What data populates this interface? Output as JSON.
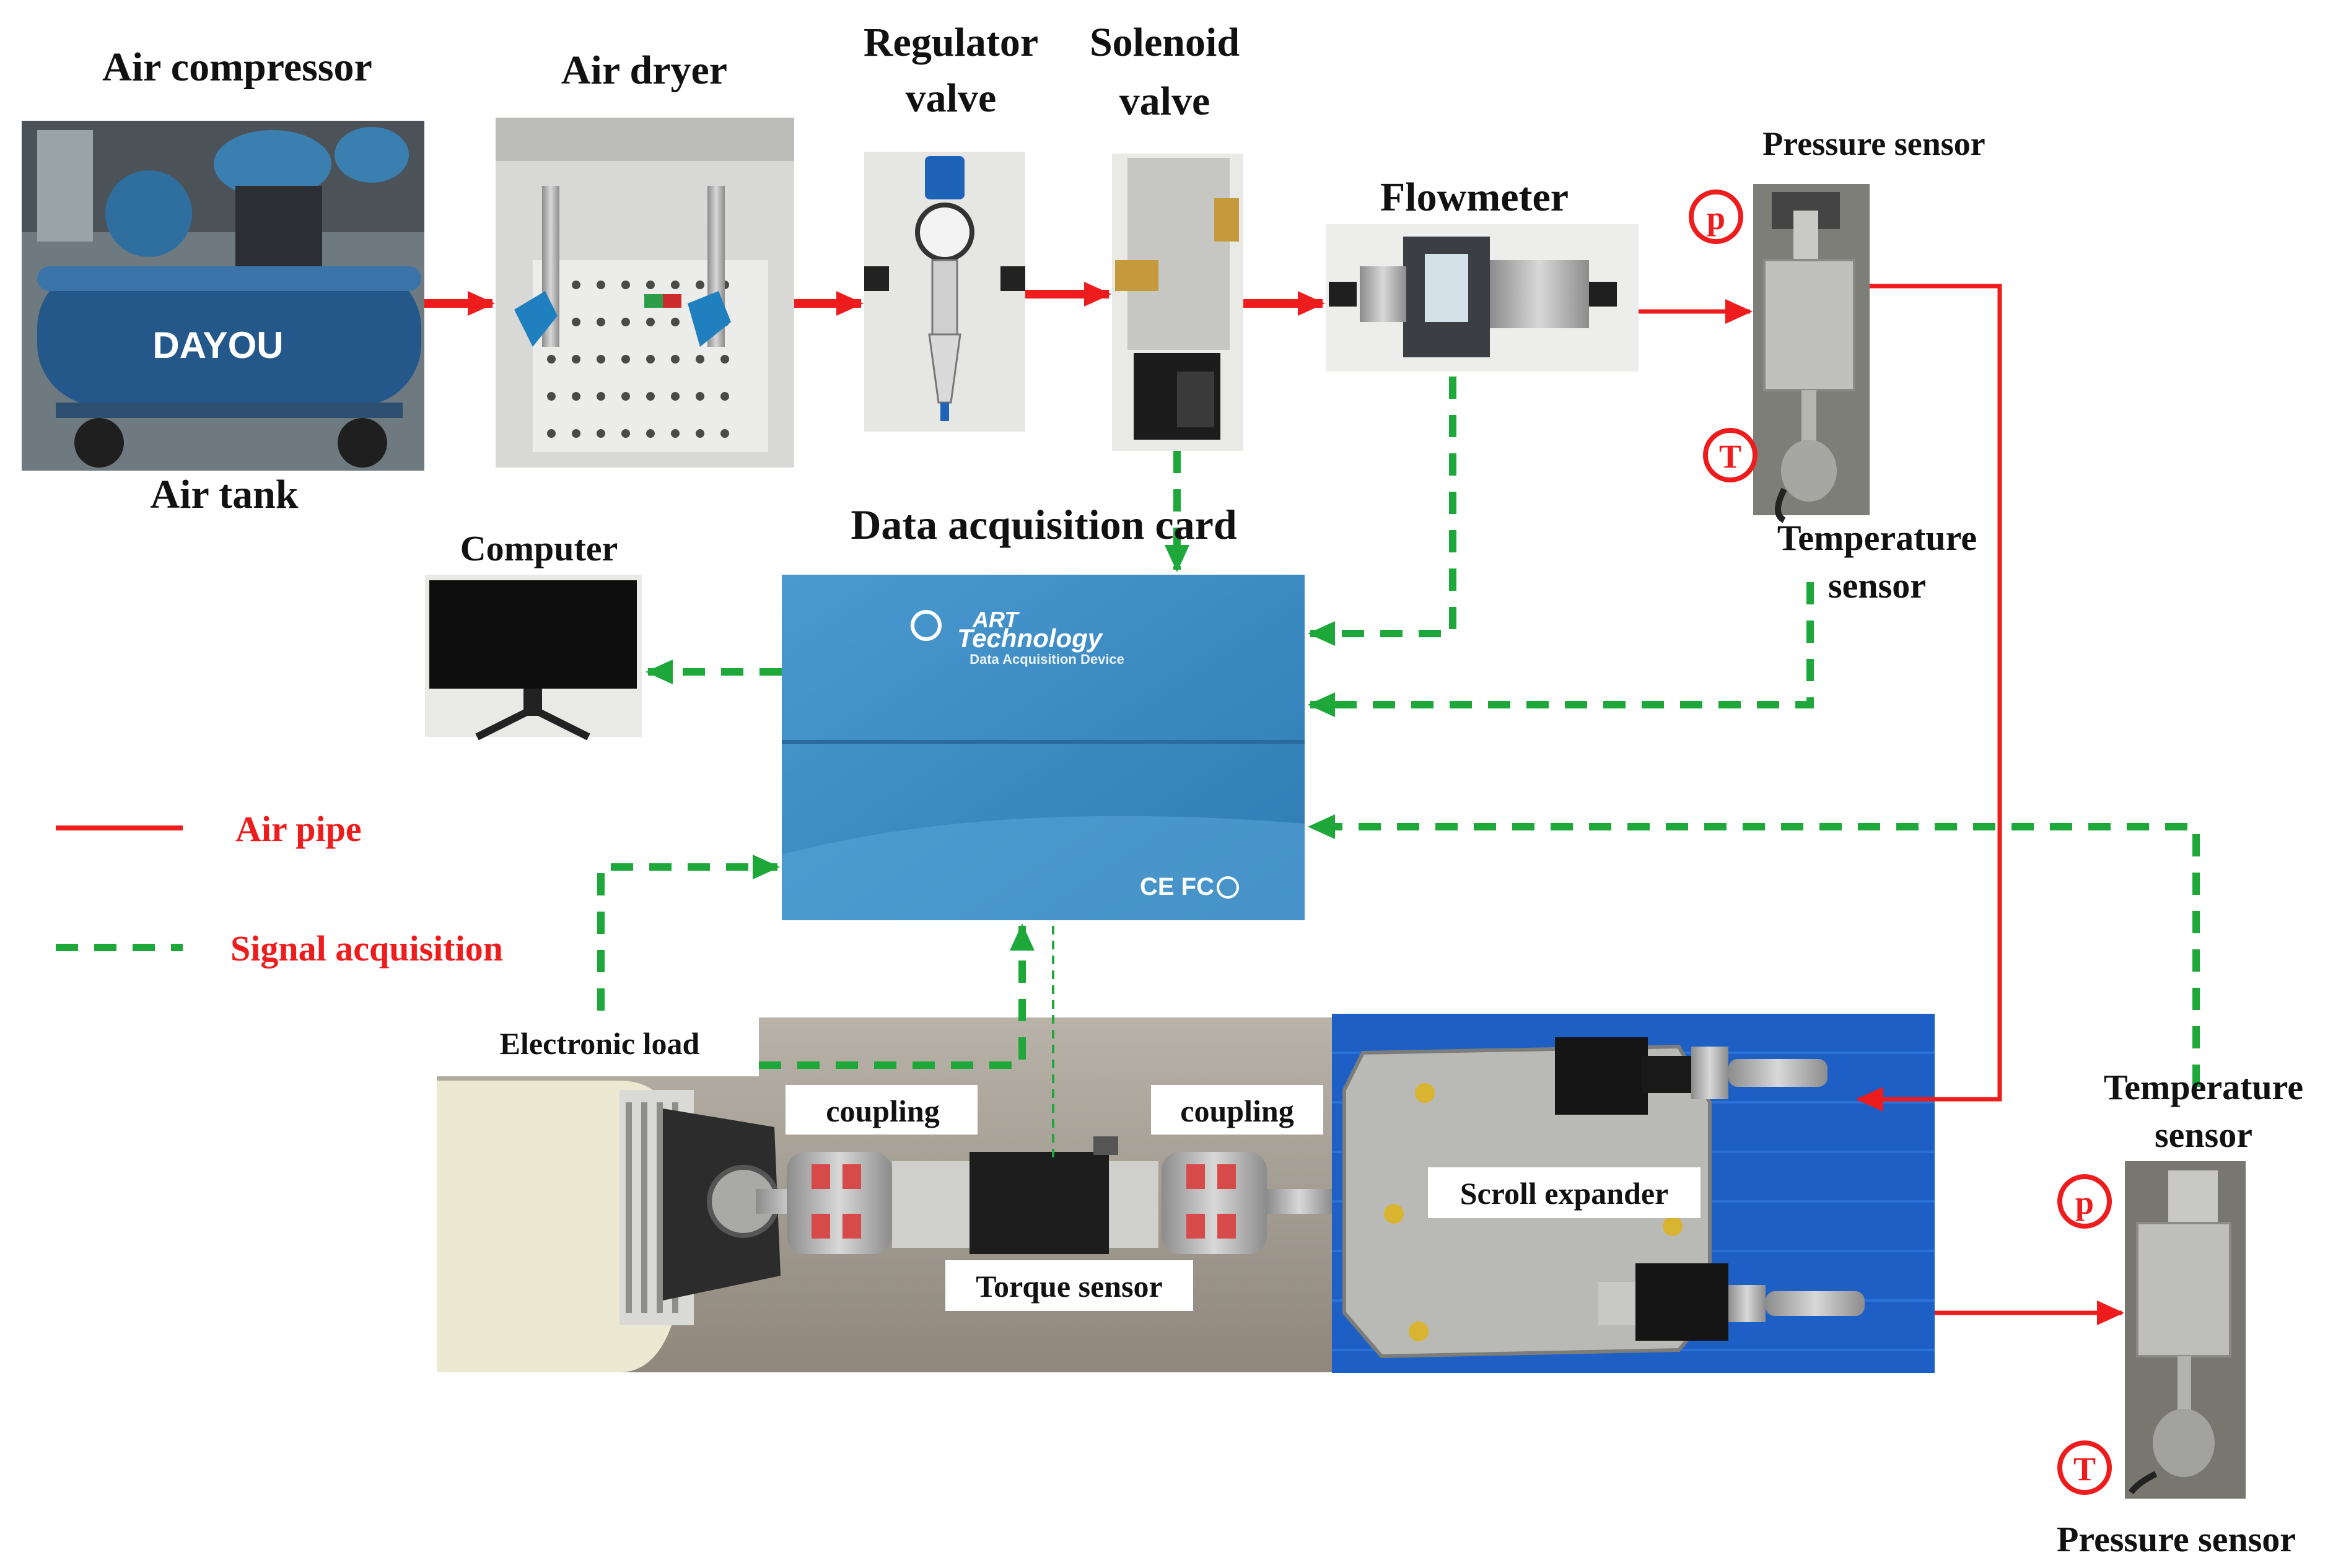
{
  "components": {
    "air_compressor": "Air compressor",
    "air_tank": "Air tank",
    "air_dryer": "Air dryer",
    "regulator_line1": "Regulator",
    "regulator_line2": "valve",
    "solenoid_line1": "Solenoid",
    "solenoid_line2": "valve",
    "flowmeter": "Flowmeter",
    "pressure_sensor_top": "Pressure sensor",
    "temperature_sensor_top_line1": "Temperature",
    "temperature_sensor_top_line2": "sensor",
    "data_acquisition_card": "Data acquisition card",
    "computer": "Computer",
    "electronic_load": "Electronic load",
    "coupling_left": "coupling",
    "coupling_right": "coupling",
    "torque_sensor": "Torque sensor",
    "scroll_expander": "Scroll expander",
    "temperature_sensor_bottom_line1": "Temperature",
    "temperature_sensor_bottom_line2": "sensor",
    "pressure_sensor_bottom": "Pressure sensor"
  },
  "sensor_marks": {
    "p_top": "p",
    "t_top": "T",
    "p_bottom": "p",
    "t_bottom": "T"
  },
  "device_text": {
    "compressor_brand": "DAYOU",
    "daq_brand_line1": "ART",
    "daq_brand_line2": "Technology",
    "daq_subtitle": "Data Acquisition Device",
    "daq_marks": "CE FC"
  },
  "legend": {
    "air_pipe": "Air pipe",
    "signal_acquisition": "Signal acquisition"
  },
  "colors": {
    "air_pipe": "#ee1c1c",
    "signal": "#1fa83a",
    "daq_blue": "#3f8fc6",
    "expander_bg": "#1d5fc4"
  }
}
